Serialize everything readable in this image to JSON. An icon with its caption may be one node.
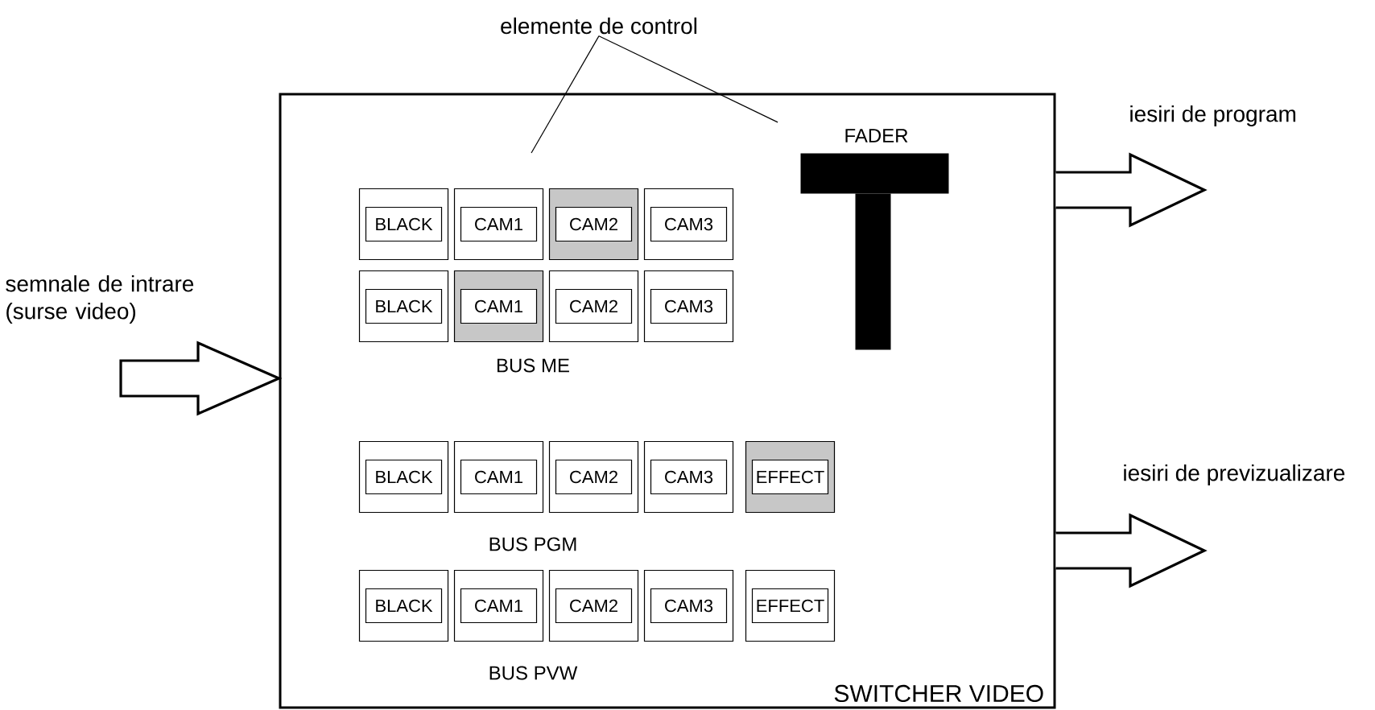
{
  "diagram": {
    "nodes": [
      {
        "text": [
          "elemente de control"
        ]
      },
      {
        "text": [
          "SWITCHER VIDEO"
        ]
      },
      {
        "text": [
          "FADER"
        ],
        "in": 1
      },
      {
        "text": [
          "BLACK"
        ],
        "in": 1
      },
      {
        "text": [
          "CAM1"
        ],
        "in": 1
      },
      {
        "text": [
          "CAM2"
        ],
        "in": 1
      },
      {
        "text": [
          "CAM3"
        ],
        "in": 1
      },
      {
        "text": [
          "BLACK"
        ],
        "in": 1
      },
      {
        "text": [
          "CAM1"
        ],
        "in": 1
      },
      {
        "text": [
          "CAM2"
        ],
        "in": 1
      },
      {
        "text": [
          "CAM3"
        ],
        "in": 1
      },
      {
        "text": [
          "BLACK"
        ],
        "in": 1
      },
      {
        "text": [
          "CAM1"
        ],
        "in": 1
      },
      {
        "text": [
          "CAM2"
        ],
        "in": 1
      },
      {
        "text": [
          "CAM3"
        ],
        "in": 1
      },
      {
        "text": [
          "EFFECT"
        ],
        "in": 1
      },
      {
        "text": [
          "BLACK"
        ],
        "in": 1
      },
      {
        "text": [
          "CAM1"
        ],
        "in": 1
      },
      {
        "text": [
          "CAM2"
        ],
        "in": 1
      },
      {
        "text": [
          "CAM3"
        ],
        "in": 1
      },
      {
        "text": [
          "EFFECT"
        ],
        "in": 1
      }
    ],
    "edges": [
      {
        "from": 0,
        "to": null,
        "arrow": "none"
      },
      {
        "from": 0,
        "to": 2,
        "arrow": "none"
      },
      {
        "from": null,
        "to": 1,
        "arrow": "to",
        "label": "semnale de intrare (surse video)",
        "style": "thick"
      },
      {
        "from": 1,
        "to": null,
        "arrow": "to",
        "label": "iesiri de program",
        "style": "thick"
      },
      {
        "from": 1,
        "to": null,
        "arrow": "to",
        "label": "iesiri de previzualizare",
        "style": "thick"
      }
    ],
    "labels": [
      "BUS ME",
      "BUS PGM",
      "BUS PVW"
    ]
  }
}
